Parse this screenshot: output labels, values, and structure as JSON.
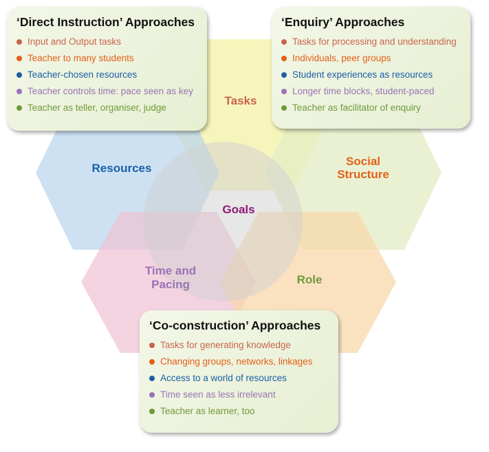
{
  "colors": {
    "tasks": "#c9654c",
    "social": "#e45f18",
    "resources": "#1a5fa6",
    "time": "#9a73b6",
    "role": "#6f9a3a",
    "goals": "#8e1a78",
    "hex_tasks": "#f3f2a6",
    "hex_resources": "#b8d4ee",
    "hex_social": "#e3ecc4",
    "hex_time": "#f0c2d4",
    "hex_role": "#f8d6a6",
    "circle": "#cfcfd0"
  },
  "hexagons": {
    "tasks": "Tasks",
    "resources": "Resources",
    "social_line1": "Social",
    "social_line2": "Structure",
    "time_line1": "Time and",
    "time_line2": "Pacing",
    "role": "Role"
  },
  "center": {
    "label": "Goals"
  },
  "boxes": {
    "direct": {
      "title": "‘Direct Instruction’ Approaches",
      "items": [
        "Input and Output tasks",
        "Teacher to many students",
        "Teacher-chosen resources",
        "Teacher controls time: pace seen as key",
        "Teacher as teller, organiser, judge"
      ]
    },
    "enquiry": {
      "title": "‘Enquiry’ Approaches",
      "items": [
        "Tasks for processing and understanding",
        "Individuals, peer groups",
        "Student experiences as resources",
        "Longer time blocks, student-paced",
        "Teacher as facilitator of enquiry"
      ]
    },
    "coconstruction": {
      "title": "‘Co-construction’ Approaches",
      "items": [
        "Tasks for generating knowledge",
        "Changing groups, networks, linkages",
        "Access to a world of resources",
        "Time seen as less irrelevant",
        "Teacher as learner, too"
      ]
    }
  }
}
